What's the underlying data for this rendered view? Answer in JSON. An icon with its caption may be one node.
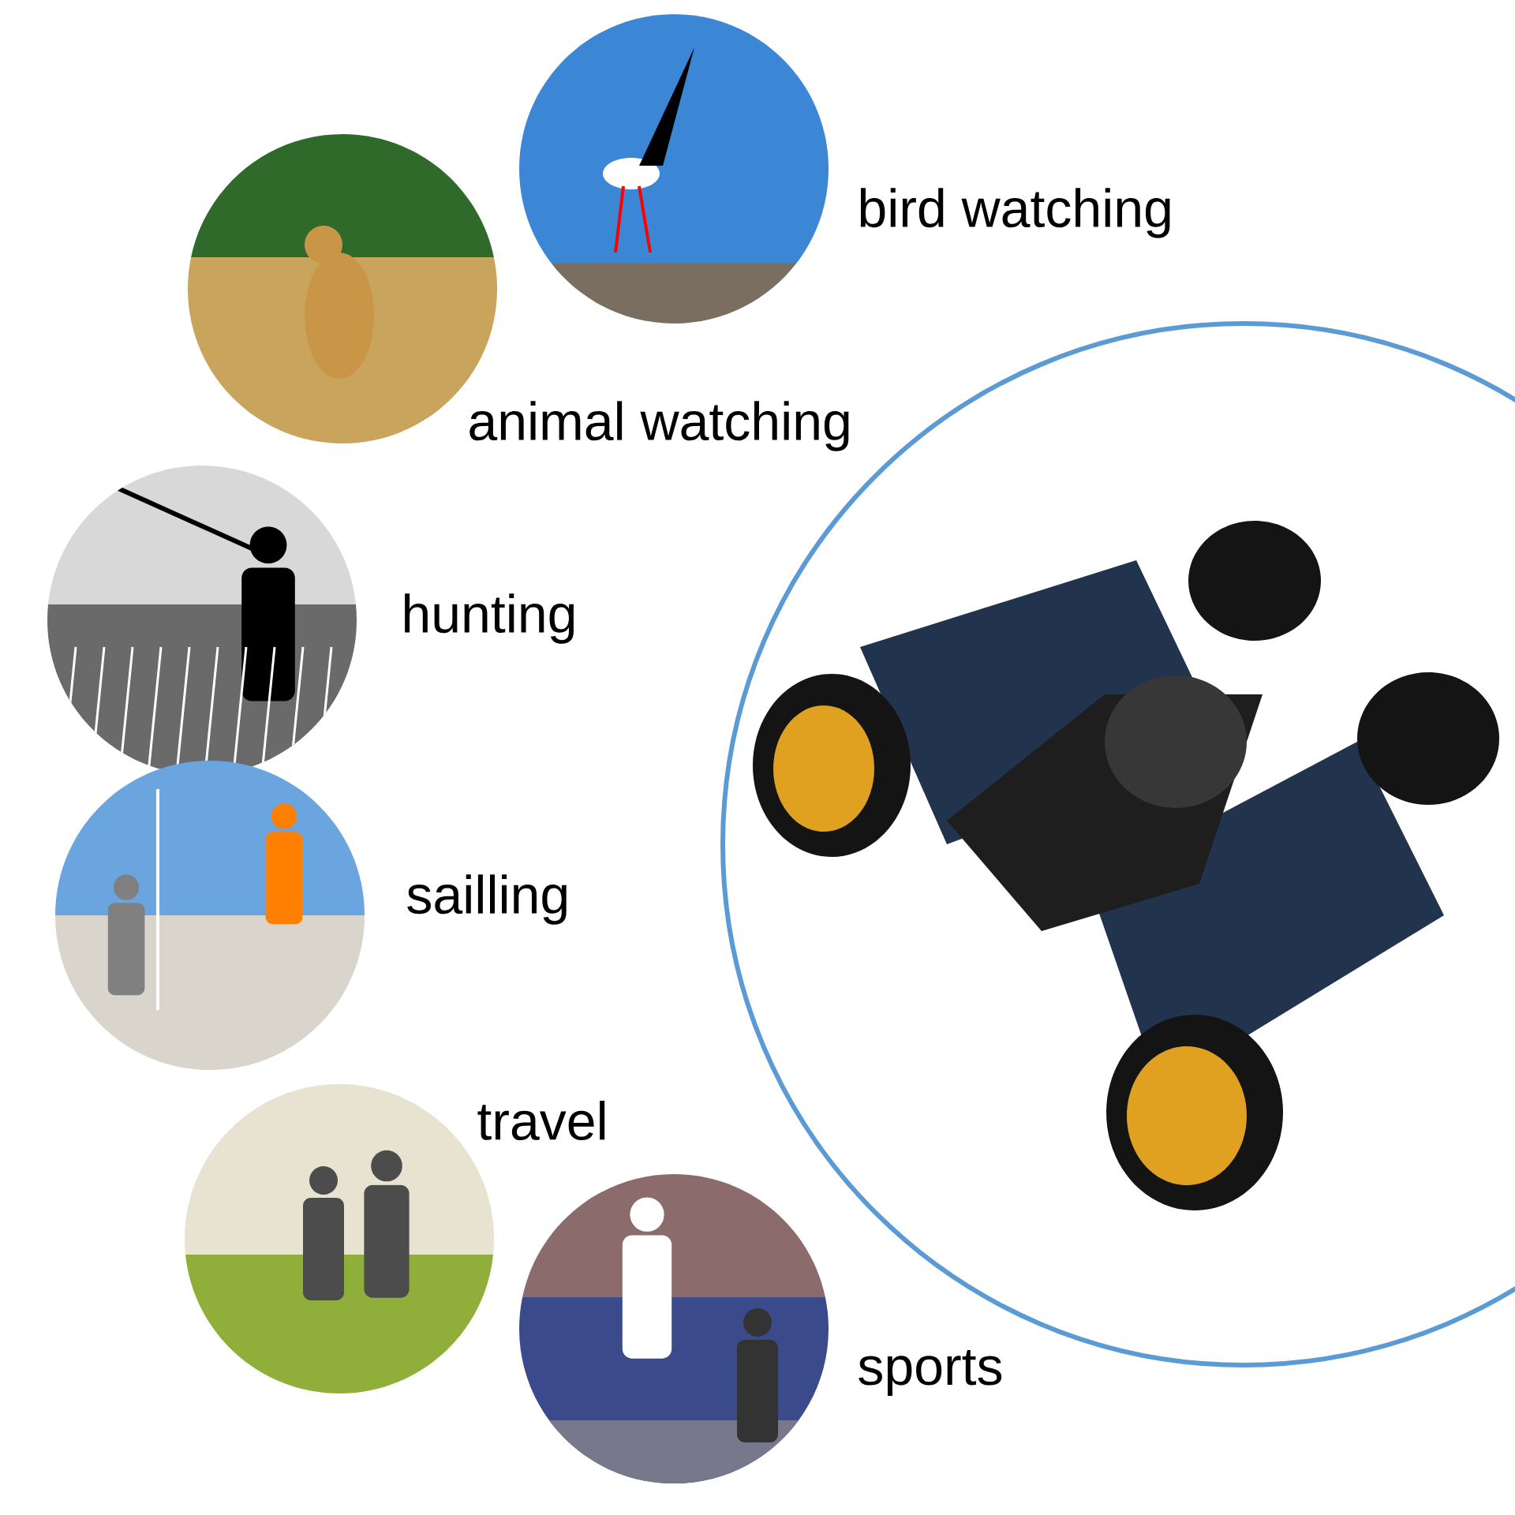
{
  "diagram": {
    "nodes": [
      {
        "text": [],
        "shape": "picture",
        "beside": [
          "bird watching"
        ]
      },
      {
        "text": [],
        "shape": "picture",
        "beside": [
          "animal watching"
        ]
      },
      {
        "text": [],
        "shape": "picture",
        "beside": [
          "hunting"
        ]
      },
      {
        "text": [],
        "shape": "picture",
        "beside": [
          "sailling"
        ]
      },
      {
        "text": [],
        "shape": "picture",
        "beside": [
          "travel"
        ]
      },
      {
        "text": [],
        "shape": "picture",
        "beside": [
          "sports"
        ]
      },
      {
        "text": [],
        "shape": "circle"
      },
      {
        "text": [],
        "shape": "picture",
        "in": 6
      }
    ]
  }
}
